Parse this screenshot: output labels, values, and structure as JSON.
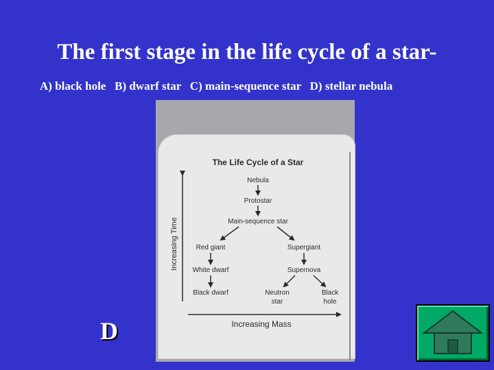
{
  "question": {
    "title": "The first stage in the life cycle of a star-",
    "choices": "A) black hole   B) dwarf star   C) main-sequence star   D) stellar nebula"
  },
  "diagram": {
    "heading": "The Life Cycle of a Star",
    "y_axis_label": "Increasing Time",
    "x_axis_label": "Increasing Mass",
    "stages": {
      "nebula": "Nebula",
      "protostar": "Protostar",
      "main_sequence": "Main-sequence star",
      "red_giant": "Red giant",
      "supergiant": "Supergiant",
      "white_dwarf": "White dwarf",
      "supernova": "Supernova",
      "black_dwarf": "Black dwarf",
      "neutron_line1": "Neutron",
      "neutron_line2": "star",
      "black_hole_line1": "Black",
      "black_hole_line2": "hole"
    }
  },
  "answer": "D",
  "colors": {
    "background": "#3333cc",
    "home_button": "#00aa66"
  },
  "icons": {
    "home": "home-icon"
  }
}
